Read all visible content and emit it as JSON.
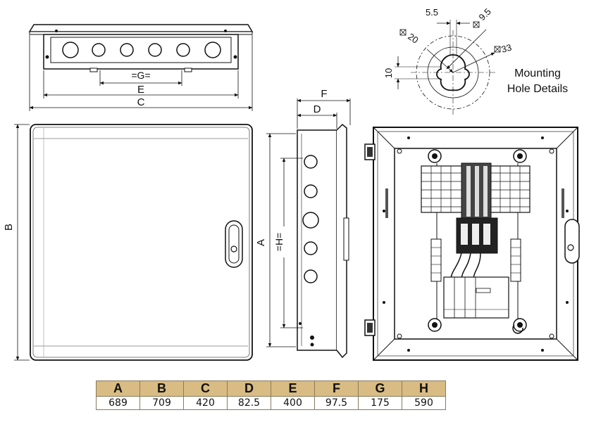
{
  "top_view": {
    "g_label": "=G=",
    "e_label": "E",
    "c_label": "C"
  },
  "front_view": {
    "b_label": "B"
  },
  "side_view": {
    "f_label": "F",
    "d_label": "D",
    "a_label": "A",
    "h_label": "=H="
  },
  "hole_detail": {
    "dim_5_5": "5.5",
    "dim_9_5": "9.5",
    "dim_20": "20",
    "dim_33": "33",
    "dim_10": "10",
    "caption_line1": "Mounting",
    "caption_line2": "Hole Details"
  },
  "dimension_table": {
    "headers": [
      "A",
      "B",
      "C",
      "D",
      "E",
      "F",
      "G",
      "H"
    ],
    "values": [
      "689",
      "709",
      "420",
      "82.5",
      "400",
      "97.5",
      "175",
      "590"
    ]
  }
}
